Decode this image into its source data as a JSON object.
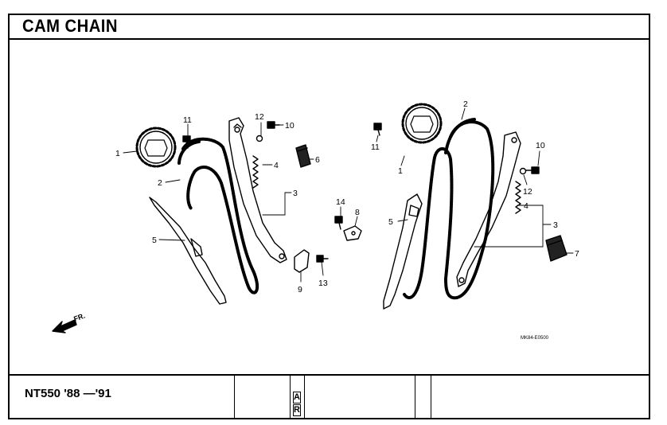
{
  "page": {
    "title": "CAM CHAIN",
    "model": "NT550 '88 —'91",
    "section_mark": [
      "A",
      "R"
    ]
  },
  "diagram": {
    "image_code": "MK84-E0500",
    "direction_label": "FR.",
    "callouts_left": [
      "1",
      "2",
      "11",
      "12",
      "10",
      "6",
      "4",
      "3",
      "5",
      "14",
      "8",
      "9",
      "13"
    ],
    "callouts_right": [
      "2",
      "11",
      "1",
      "10",
      "12",
      "5",
      "4",
      "3",
      "7"
    ]
  }
}
